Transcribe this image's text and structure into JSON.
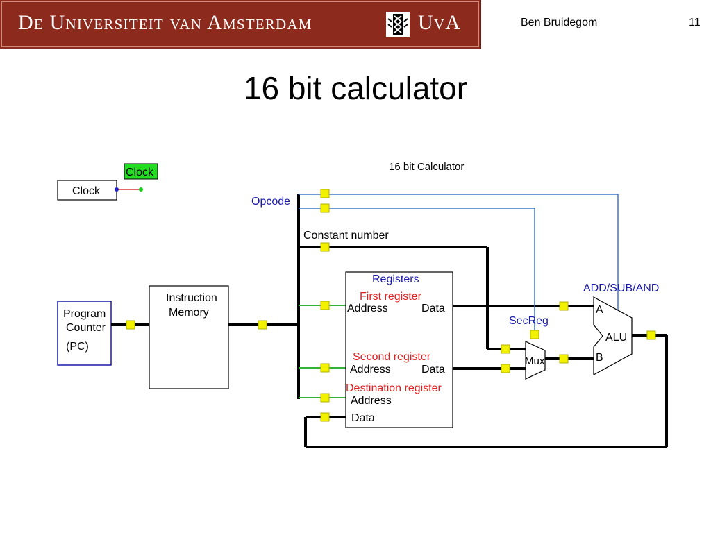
{
  "header": {
    "institution_left": "De Universiteit van Amsterdam",
    "institution_right": "UvA",
    "author": "Ben Bruidegom",
    "page_number": "11"
  },
  "slide": {
    "title": "16 bit calculator"
  },
  "diagram": {
    "caption": "16 bit Calculator",
    "clock_label": "Clock",
    "clock_box_label": "Clock",
    "pc_line1": "Program",
    "pc_line2": "Counter",
    "pc_line3": "(PC)",
    "imem_line1": "Instruction",
    "imem_line2": "Memory",
    "opcode": "Opcode",
    "constant": "Constant number",
    "registers": "Registers",
    "first_register": "First register",
    "second_register": "Second register",
    "destination_register": "Destination register",
    "address": "Address",
    "data": "Data",
    "secreg": "SecReg",
    "mux": "Mux",
    "alu_ops": "ADD/SUB/AND",
    "alu": "ALU",
    "alu_a": "A",
    "alu_b": "B",
    "colors": {
      "banner": "#8c2b1d",
      "bus": "#000000",
      "control_wire": "#3c78c8",
      "green_wire": "#33b233",
      "connector": "#f2f200",
      "red_label": "#e02020",
      "blue_label": "#1a1aaa"
    }
  }
}
